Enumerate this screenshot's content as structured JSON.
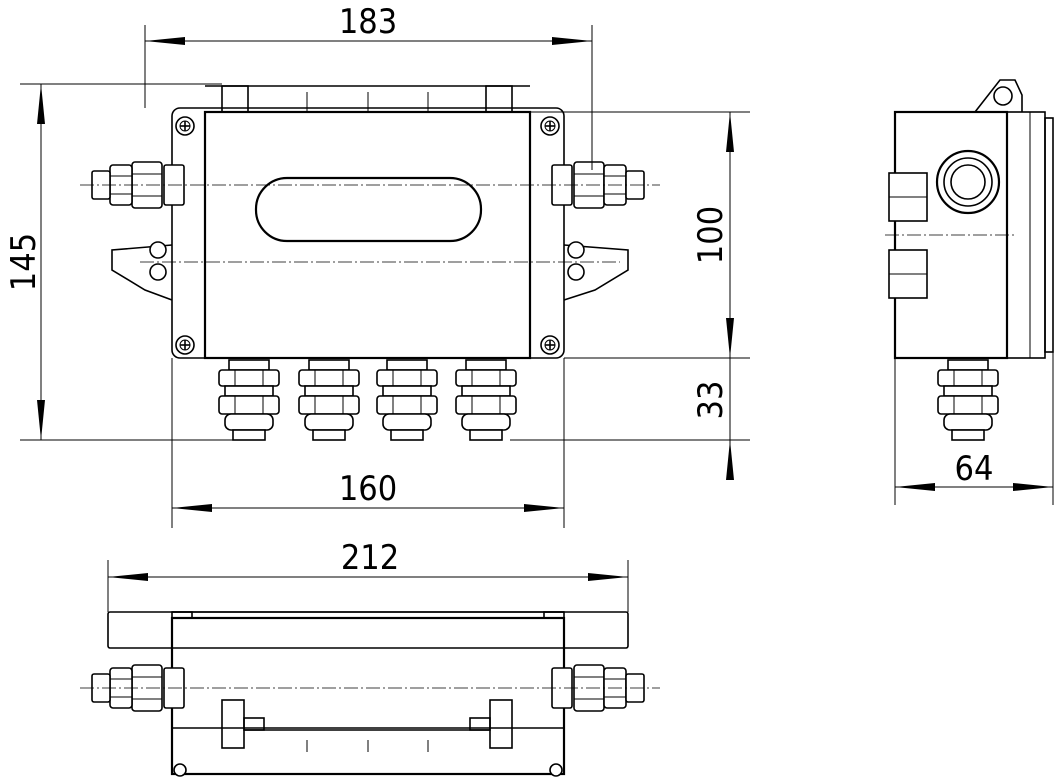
{
  "dimensions": {
    "top_width": "183",
    "overall_height": "145",
    "box_height": "100",
    "gland_height": "33",
    "bottom_width": "160",
    "side_depth": "64",
    "overall_length": "212"
  }
}
